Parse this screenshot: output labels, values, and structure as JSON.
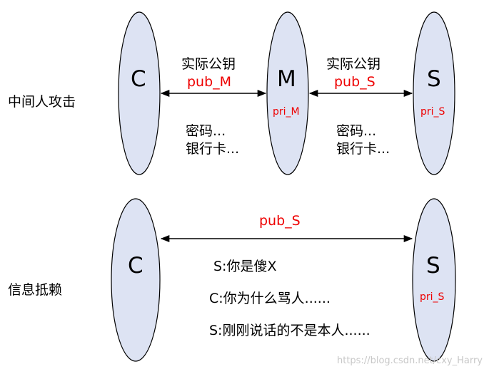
{
  "sections": {
    "mitm": {
      "label": "中间人攻击",
      "nodes": {
        "client": {
          "letter": "C"
        },
        "middle": {
          "letter": "M",
          "key": "pri_M"
        },
        "server": {
          "letter": "S",
          "key": "pri_S"
        }
      },
      "left_link": {
        "caption": "实际公钥",
        "key": "pub_M"
      },
      "right_link": {
        "caption": "实际公钥",
        "key": "pub_S"
      },
      "left_data": [
        "密码...",
        "银行卡..."
      ],
      "right_data": [
        "密码...",
        "银行卡..."
      ]
    },
    "repudiation": {
      "label": "信息抵赖",
      "nodes": {
        "client": {
          "letter": "C"
        },
        "server": {
          "letter": "S",
          "key": "pri_S"
        }
      },
      "link": {
        "key": "pub_S"
      },
      "messages": [
        "S:你是傻X",
        "C:你为什么骂人......",
        "S:刚刚说话的不是本人......"
      ]
    }
  },
  "watermark": "https://blog.csdn.net/cxy_Harry",
  "colors": {
    "ellipse_fill": "#dde3f3",
    "ellipse_stroke": "#000000",
    "key_red": "#ee0000"
  }
}
